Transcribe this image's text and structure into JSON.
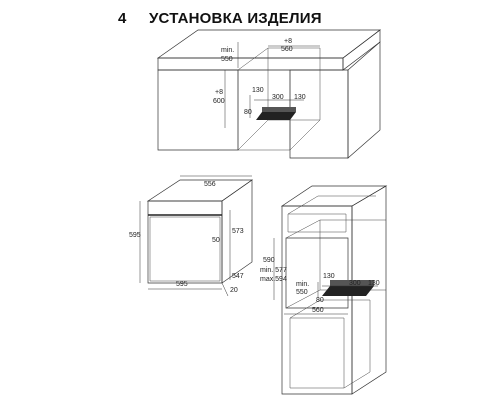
{
  "section": {
    "number": "4",
    "title": "УСТАНОВКА ИЗДЕЛИЯ"
  },
  "top_diagram": {
    "min_label": "min.",
    "min_value": "550",
    "plus8_a": "+8",
    "height_value": "600",
    "plus8_b": "+8",
    "width_value": "560",
    "vent_left": "130",
    "vent_mid": "300",
    "vent_right": "130",
    "vent_depth": "80"
  },
  "oven_diagram": {
    "width_top": "556",
    "height_left": "595",
    "depth_right": "573",
    "door_gap": "50",
    "inner_height": "547",
    "width_bottom": "595",
    "front_depth": "20"
  },
  "tall_diagram": {
    "h1": "590",
    "h2": "min. 577",
    "h3": "max.594",
    "min_depth": "min.",
    "min_depth_value": "550",
    "vent_left": "130",
    "vent_mid": "300",
    "vent_right": "130",
    "vent_depth": "80",
    "width_value": "560"
  }
}
